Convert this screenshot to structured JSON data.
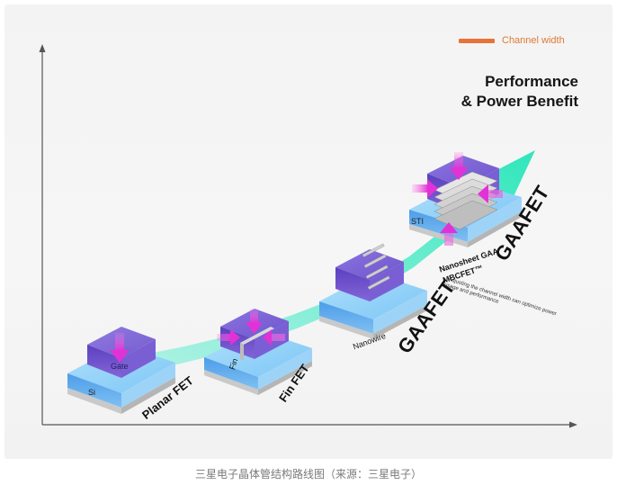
{
  "legend": {
    "label": "Channel width",
    "color": "#e8733a"
  },
  "headline": {
    "line1": "Performance",
    "line2": "& Power Benefit"
  },
  "stages": {
    "planar": {
      "name": "Planar FET",
      "gate": "Gate",
      "si": "Si"
    },
    "finfet": {
      "name": "Fin FET",
      "fin": "Fin"
    },
    "nanowire": {
      "name": "GAAFET",
      "sub": "Nanowire"
    },
    "mbcfet": {
      "name": "GAAFET",
      "sub1": "Nanosheet GAA",
      "sub2": "MBCFET™",
      "sti": "STI",
      "note": "*Adjusting the channel width can optimize power usage and performance"
    }
  },
  "caption": "三星电子晶体管结构路线图（来源：三星电子）",
  "colors": {
    "arrow": "#3fe8c0",
    "gate": "#6a4fc9",
    "substrate": "#5aa8f0",
    "force": "#e040e0"
  }
}
